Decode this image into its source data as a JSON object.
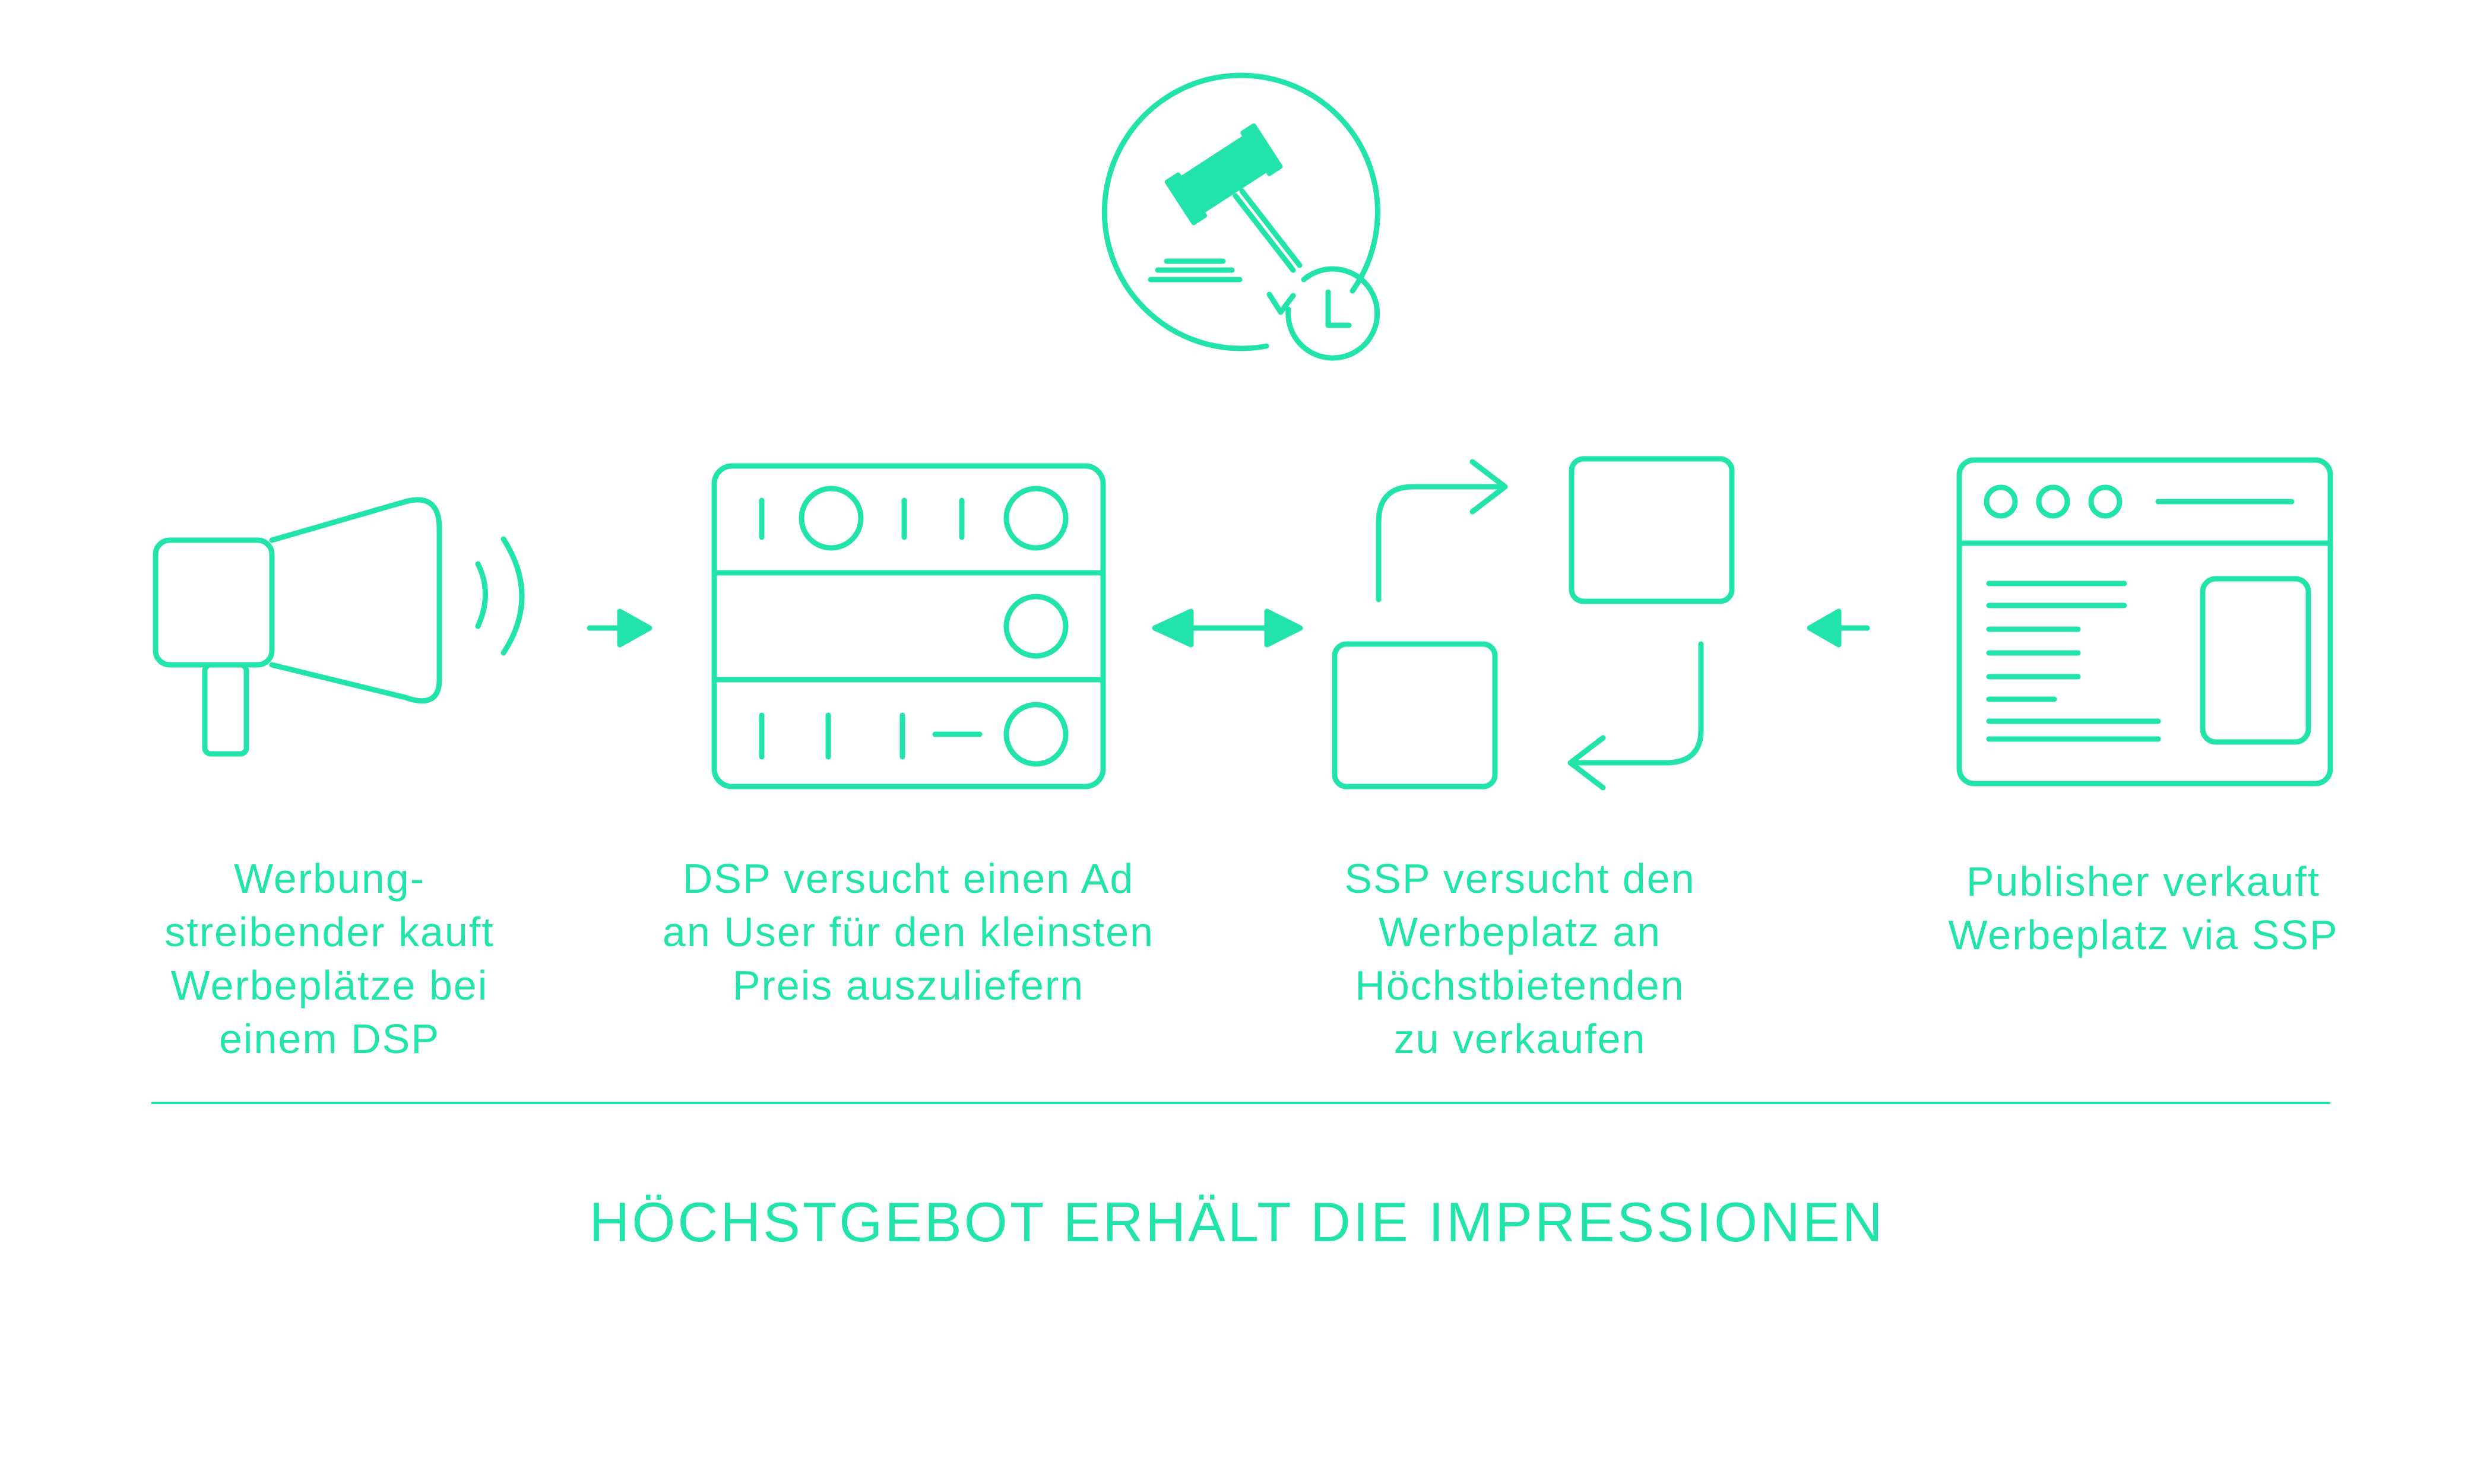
{
  "colors": {
    "accent": "#22e3a9",
    "background": "#ffffff"
  },
  "icons": {
    "top": [
      "auction-gavel-icon",
      "clock-icon"
    ],
    "steps": [
      "megaphone-icon",
      "server-icon",
      "exchange-boxes-icon",
      "browser-window-icon"
    ],
    "connectors": [
      "arrow-right-icon",
      "double-arrow-icon",
      "arrow-left-icon"
    ]
  },
  "steps": [
    {
      "lines": [
        "Werbung-",
        "streibender kauft",
        "Werbeplätze bei",
        "einem DSP"
      ]
    },
    {
      "lines": [
        "DSP versucht einen Ad",
        "an User für den kleinsten",
        "Preis auszuliefern"
      ]
    },
    {
      "lines": [
        "SSP versucht den",
        "Werbeplatz an",
        "Höchstbietenden",
        "zu verkaufen"
      ]
    },
    {
      "lines": [
        "Publisher verkauft",
        "Werbeplatz via SSP"
      ]
    }
  ],
  "footer": {
    "text": "HÖCHSTGEBOT ERHÄLT DIE IMPRESSIONEN"
  }
}
